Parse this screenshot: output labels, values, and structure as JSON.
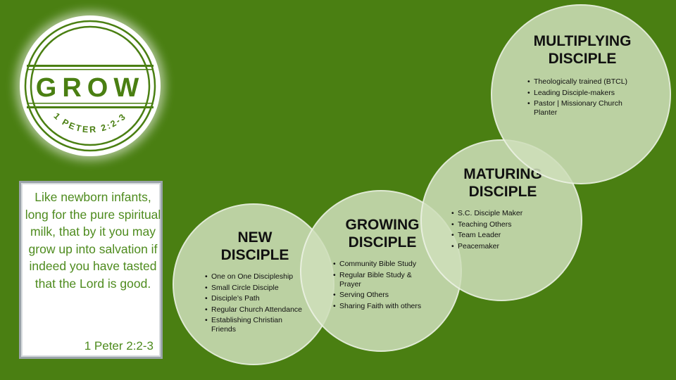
{
  "logo": {
    "word": "GROW",
    "reference": "1 PETER 2:2-3",
    "color": "#4a7f12"
  },
  "verse": {
    "text": "Like newborn infants, long for the pure spiritual milk, that by it you may grow up into salvation if indeed you have tasted that the Lord is good.",
    "reference": "1 Peter 2:2-3"
  },
  "stages": {
    "new": {
      "title": "NEW\nDISCIPLE",
      "items": [
        "One on One Discipleship",
        "Small Circle Disciple",
        "Disciple’s Path",
        "Regular Church Attendance",
        "Establishing Christian Friends"
      ]
    },
    "growing": {
      "title": "GROWING\nDISCIPLE",
      "items": [
        "Community Bible Study",
        "Regular Bible Study & Prayer",
        "Serving Others",
        "Sharing Faith with others"
      ]
    },
    "maturing": {
      "title": "MATURING\nDISCIPLE",
      "items": [
        "S.C. Disciple Maker",
        "Teaching Others",
        "Team Leader",
        "Peacemaker"
      ]
    },
    "multiplying": {
      "title": "MULTIPLYING\nDISCIPLE",
      "items": [
        "Theologically trained (BTCL)",
        "Leading Disciple-makers",
        "Pastor | Missionary Church Planter"
      ]
    }
  },
  "colors": {
    "background": "#4a7f12",
    "circle_fill": "#cedeba",
    "verse_text": "#4e8b1e"
  }
}
